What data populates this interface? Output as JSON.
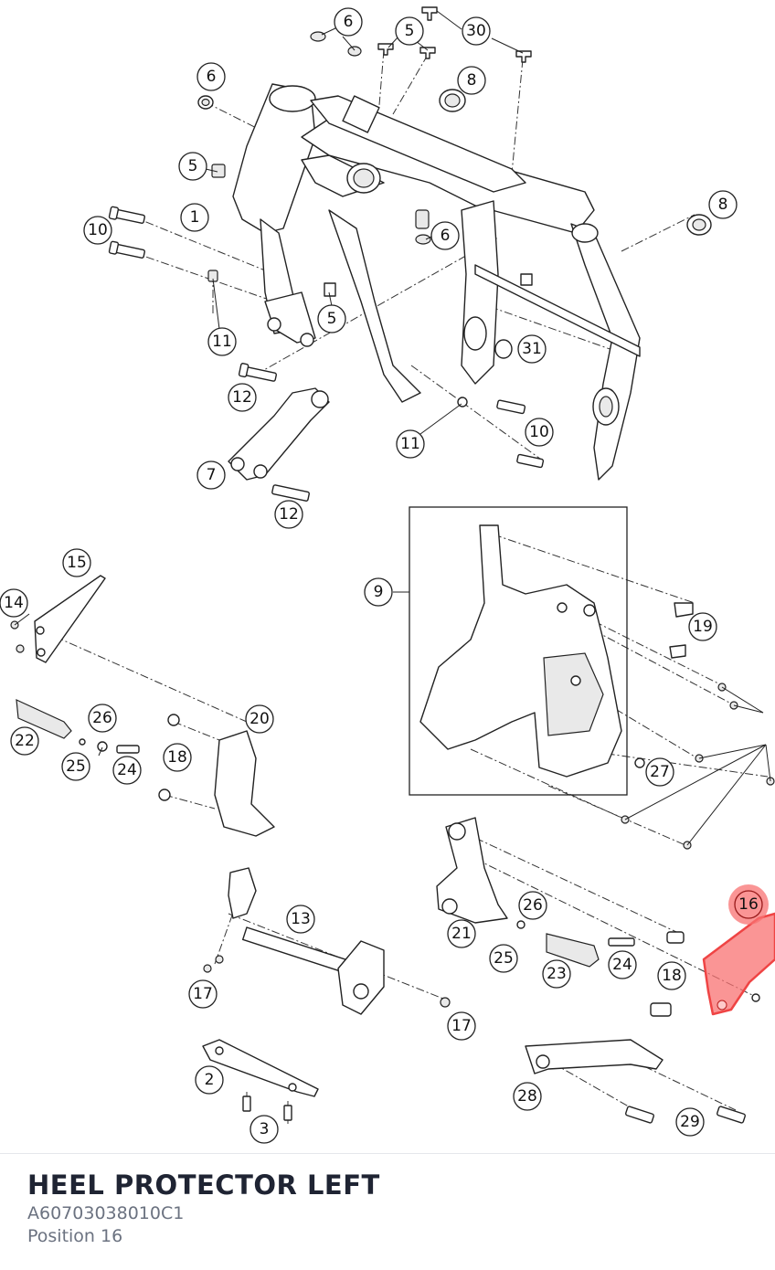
{
  "part": {
    "name": "HEEL PROTECTOR LEFT",
    "number": "A60703038010C1",
    "position_label": "Position 16"
  },
  "highlight_color": "#f87171",
  "callouts": [
    {
      "id": "c6a",
      "label": "6"
    },
    {
      "id": "c5a",
      "label": "5"
    },
    {
      "id": "c30",
      "label": "30"
    },
    {
      "id": "c6b",
      "label": "6"
    },
    {
      "id": "c8a",
      "label": "8"
    },
    {
      "id": "c5b",
      "label": "5"
    },
    {
      "id": "c8b",
      "label": "8"
    },
    {
      "id": "c1",
      "label": "1"
    },
    {
      "id": "c10a",
      "label": "10"
    },
    {
      "id": "c6c",
      "label": "6"
    },
    {
      "id": "c5c",
      "label": "5"
    },
    {
      "id": "c11a",
      "label": "11"
    },
    {
      "id": "c31",
      "label": "31"
    },
    {
      "id": "c12a",
      "label": "12"
    },
    {
      "id": "c10b",
      "label": "10"
    },
    {
      "id": "c11b",
      "label": "11"
    },
    {
      "id": "c7",
      "label": "7"
    },
    {
      "id": "c12b",
      "label": "12"
    },
    {
      "id": "c15",
      "label": "15"
    },
    {
      "id": "c9",
      "label": "9"
    },
    {
      "id": "c14",
      "label": "14"
    },
    {
      "id": "c19",
      "label": "19"
    },
    {
      "id": "c26a",
      "label": "26"
    },
    {
      "id": "c20",
      "label": "20"
    },
    {
      "id": "c22",
      "label": "22"
    },
    {
      "id": "c18a",
      "label": "18"
    },
    {
      "id": "c25a",
      "label": "25"
    },
    {
      "id": "c24a",
      "label": "24"
    },
    {
      "id": "c27",
      "label": "27"
    },
    {
      "id": "c16",
      "label": "16"
    },
    {
      "id": "c26b",
      "label": "26"
    },
    {
      "id": "c13",
      "label": "13"
    },
    {
      "id": "c21",
      "label": "21"
    },
    {
      "id": "c25b",
      "label": "25"
    },
    {
      "id": "c24b",
      "label": "24"
    },
    {
      "id": "c23",
      "label": "23"
    },
    {
      "id": "c18b",
      "label": "18"
    },
    {
      "id": "c17a",
      "label": "17"
    },
    {
      "id": "c17b",
      "label": "17"
    },
    {
      "id": "c2",
      "label": "2"
    },
    {
      "id": "c28",
      "label": "28"
    },
    {
      "id": "c3",
      "label": "3"
    },
    {
      "id": "c29",
      "label": "29"
    }
  ]
}
